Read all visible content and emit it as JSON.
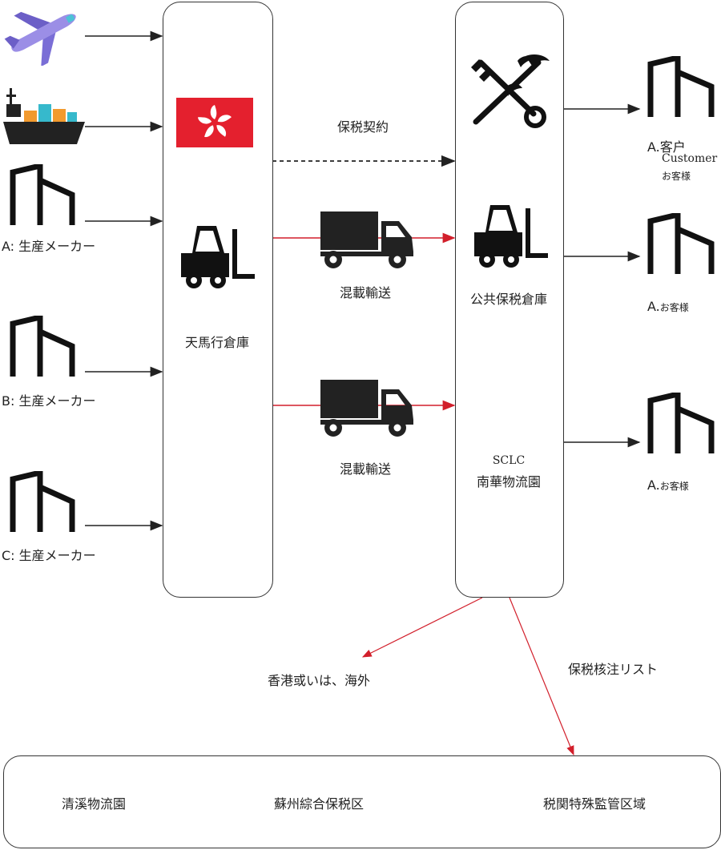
{
  "sources": {
    "maker_a": "A: 生産メーカー",
    "maker_b": "B: 生産メーカー",
    "maker_c": "C: 生産メーカー"
  },
  "warehouse_left": {
    "label": "天馬行倉庫"
  },
  "warehouse_right": {
    "label": "公共保税倉庫",
    "code": "SCLC",
    "name": "南華物流園"
  },
  "links": {
    "bonded_contract": "保税契約",
    "mixed_transport_1": "混載輸送",
    "mixed_transport_2": "混載輸送",
    "hk_or_overseas": "香港或いは、海外",
    "bonded_list": "保税核注リスト"
  },
  "customers": {
    "c1_line1": "A.客户",
    "c1_line2": "Customer",
    "c1_line3": "お客様",
    "c2_prefix": "A.",
    "c2_suffix": "お客様",
    "c3_prefix": "A.",
    "c3_suffix": "お客様"
  },
  "zones": {
    "z1": "清溪物流園",
    "z2": "蘇州綜合保税区",
    "z3": "税関特殊監管区域"
  },
  "colors": {
    "line": "#222222",
    "red": "#d21f2b",
    "plane": "#9b8ee6",
    "plane_dark": "#6c5fc7",
    "flag": "#e4202e"
  },
  "icons": [
    "airplane-icon",
    "cargo-ship-icon",
    "building-icon",
    "forklift-icon",
    "hong-kong-flag-icon",
    "customs-emblem-icon",
    "truck-icon"
  ]
}
